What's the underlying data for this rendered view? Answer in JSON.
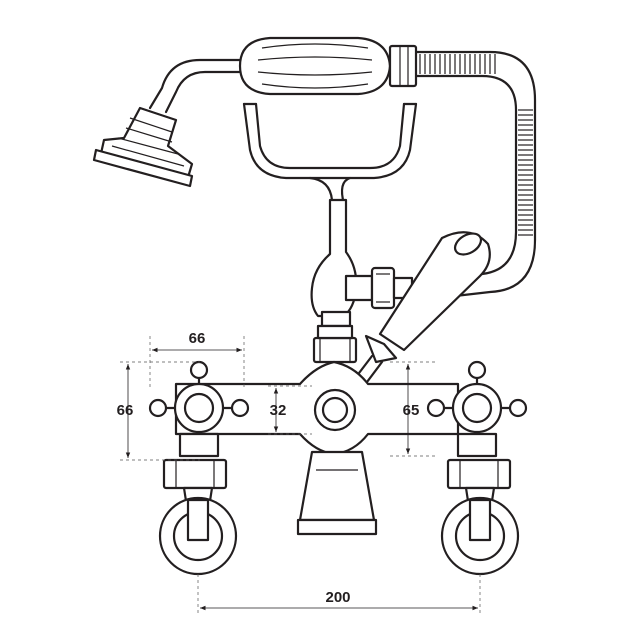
{
  "dimensions": {
    "handle_span": "66",
    "handle_height": "66",
    "spout_height": "32",
    "inlet_height": "65",
    "centers": "200"
  }
}
